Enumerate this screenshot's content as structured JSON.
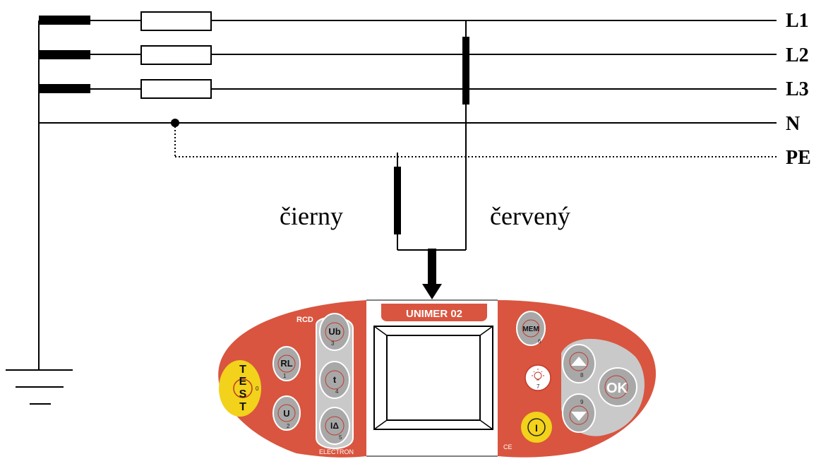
{
  "lines": {
    "l1": "L1",
    "l2": "L2",
    "l3": "L3",
    "n": "N",
    "pe": "PE"
  },
  "leads": {
    "black": "čierny",
    "red": "červený"
  },
  "device": {
    "model": "UNIMER 02",
    "rcd_label": "RCD",
    "brand": "ELECTRON",
    "ce_mark": "CE",
    "test_button": [
      "T",
      "E",
      "S",
      "T"
    ],
    "test_number": "0",
    "buttons": {
      "ub": {
        "label": "Ub",
        "num": "3"
      },
      "rl": {
        "label": "RL",
        "num": "1"
      },
      "t": {
        "label": "t",
        "num": "4"
      },
      "u": {
        "label": "U",
        "num": "2"
      },
      "idelta": {
        "label": "IΔ",
        "num": "5"
      },
      "mem": {
        "label": "MEM",
        "num": "6"
      },
      "light": {
        "num": "7"
      },
      "up": {
        "num": "8"
      },
      "down": {
        "num": "9"
      },
      "ok": {
        "label": "OK"
      },
      "power": {
        "label": "I"
      }
    },
    "colors": {
      "body": "#d9553f",
      "keypad": "#c9c9c9",
      "yellow": "#f2d21b",
      "button": "#a8a8a8"
    }
  }
}
